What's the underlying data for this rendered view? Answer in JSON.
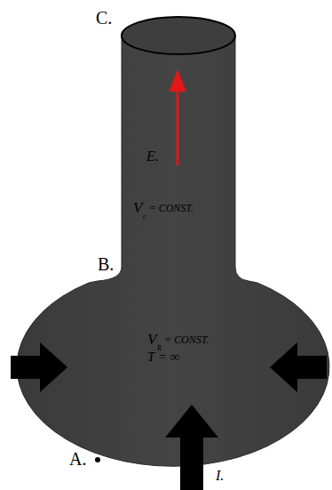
{
  "diagram": {
    "labels": [
      "C.",
      "E.",
      "V",
      "c",
      "= CONST.",
      "B.",
      "V",
      "R",
      "= CONST.",
      "T = ∞",
      "A.",
      "I."
    ]
  }
}
